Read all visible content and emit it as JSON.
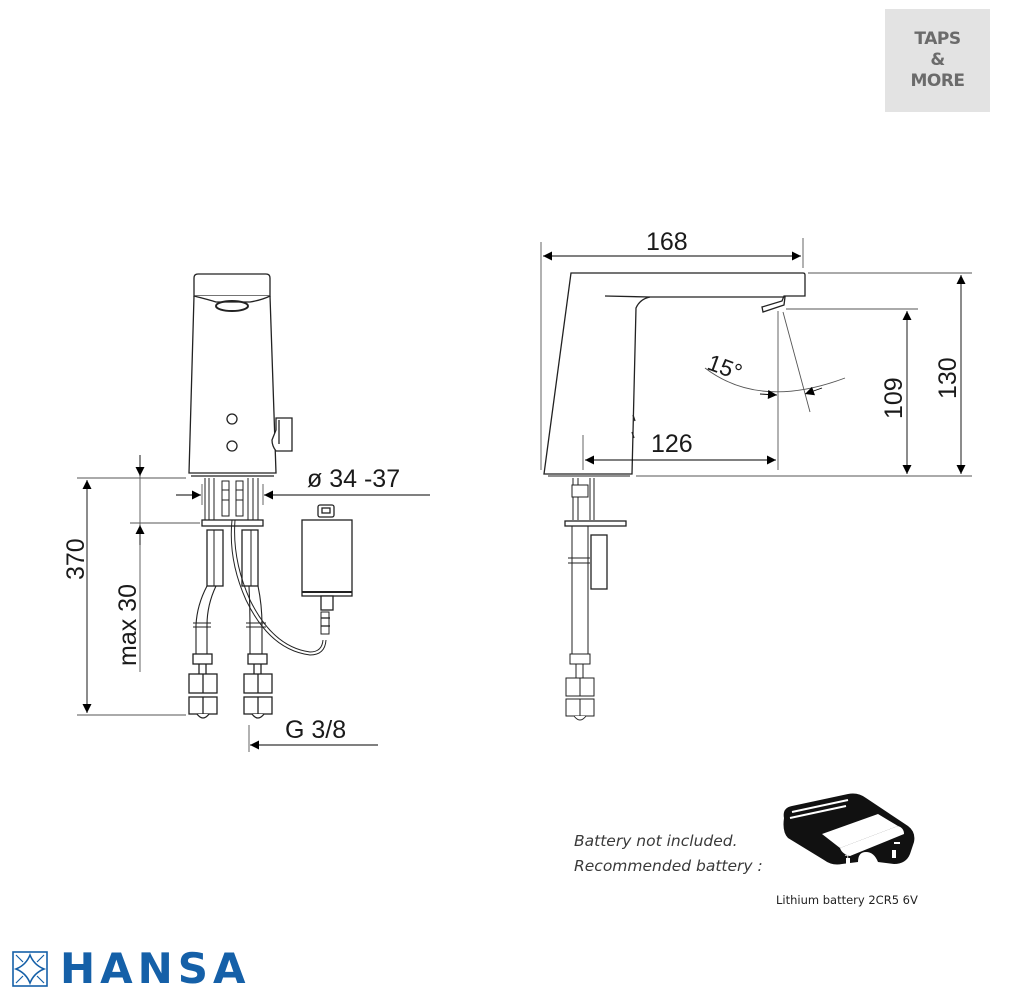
{
  "badge": {
    "line1": "TAPS",
    "line2": "&",
    "line3": "MORE",
    "bg_color": "#e3e3e3",
    "text_color": "#6b6b6b"
  },
  "front_view": {
    "dimensions": {
      "total_height": "370",
      "max_thickness": "max 30",
      "hole_diameter": "ø 34 -37",
      "thread": "G 3/8"
    }
  },
  "side_view": {
    "dimensions": {
      "length": "168",
      "reach": "126",
      "spout_height": "109",
      "total_height": "130",
      "angle": "15°"
    }
  },
  "battery": {
    "note_line1": "Battery not included.",
    "note_line2": "Recommended battery :",
    "caption": "Lithium battery 2CR5 6V",
    "icon": "battery-2cr5-icon"
  },
  "brand": {
    "name": "HANSA",
    "color": "#1560a8",
    "icon": "hansa-logo-mark-icon"
  }
}
